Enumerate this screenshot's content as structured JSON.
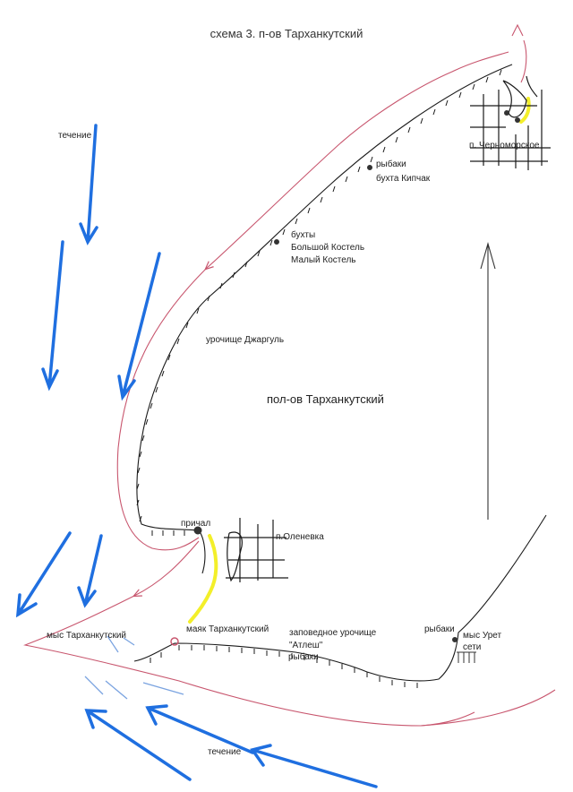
{
  "map": {
    "title": "схема 3.  п-ов Тарханкутский",
    "peninsula_label": "пол-ов Тарханкутский",
    "labels": {
      "current_top": "течение",
      "current_bottom": "течение",
      "chernomorskoe": "п. Черноморское",
      "kipchak_fishermen": "рыбаки",
      "kipchak_bay": "бухта Кипчак",
      "bays": "бухты\nБольшой Костель\nМалый Костель",
      "dzhargul": "урочище Джаргуль",
      "prichal": "причал",
      "olenevka": "п.Оленевка",
      "cape_tarkhankut": "мыс Тарханкутский",
      "lighthouse": "маяк Тарханкутский",
      "atlesh": "заповедное урочище\n\"Атлеш\"",
      "atlesh_fishermen": "рыбаки",
      "uret_fishermen": "рыбаки",
      "cape_uret": "мыс Урет",
      "nets": "сети"
    },
    "colors": {
      "current_arrows": "#1f6fe0",
      "sea_route": "#c8566e",
      "coastline": "#1a1a1a",
      "highlight_shore": "#f3ef2a",
      "small_currents": "#7aa3e0"
    }
  }
}
